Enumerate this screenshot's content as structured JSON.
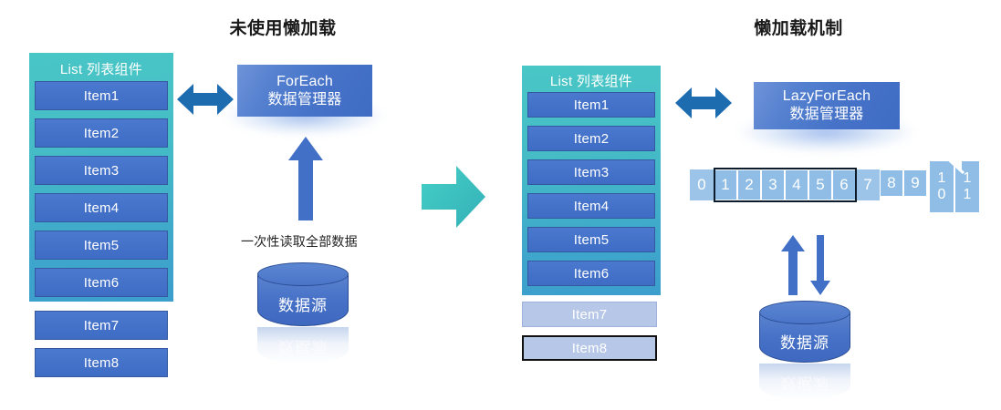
{
  "panels": {
    "left": {
      "title": "未使用懒加载",
      "list": {
        "header": "List 列表组件",
        "items": [
          {
            "label": "Item1",
            "state": "loaded"
          },
          {
            "label": "Item2",
            "state": "loaded"
          },
          {
            "label": "Item3",
            "state": "loaded"
          },
          {
            "label": "Item4",
            "state": "loaded"
          },
          {
            "label": "Item5",
            "state": "loaded"
          },
          {
            "label": "Item6",
            "state": "loaded"
          },
          {
            "label": "Item7",
            "state": "loaded"
          },
          {
            "label": "Item8",
            "state": "loaded"
          }
        ]
      },
      "manager": {
        "line1": "ForEach",
        "line2": "数据管理器"
      },
      "caption": "一次性读取全部数据",
      "database": {
        "label": "数据源"
      },
      "icons": {
        "link": "double-headed-horizontal-arrow",
        "feed": "up-arrow"
      }
    },
    "right": {
      "title": "懒加载机制",
      "list": {
        "header": "List 列表组件",
        "items": [
          {
            "label": "Item1",
            "state": "loaded"
          },
          {
            "label": "Item2",
            "state": "loaded"
          },
          {
            "label": "Item3",
            "state": "loaded"
          },
          {
            "label": "Item4",
            "state": "loaded"
          },
          {
            "label": "Item5",
            "state": "loaded"
          },
          {
            "label": "Item6",
            "state": "loaded"
          },
          {
            "label": "Item7",
            "state": "pending"
          },
          {
            "label": "Item8",
            "state": "pending-outlined"
          }
        ]
      },
      "manager": {
        "line1": "LazyForEach",
        "line2": "数据管理器"
      },
      "database": {
        "label": "数据源"
      },
      "index_strip": {
        "cells": [
          {
            "text": "0",
            "style": "plain"
          },
          {
            "text": "1",
            "style": "bordered"
          },
          {
            "text": "2",
            "style": "bordered"
          },
          {
            "text": "3",
            "style": "bordered"
          },
          {
            "text": "4",
            "style": "bordered"
          },
          {
            "text": "5",
            "style": "bordered"
          },
          {
            "text": "6",
            "style": "bordered"
          },
          {
            "text": "7",
            "style": "plain"
          },
          {
            "text": "8",
            "style": "bordered"
          },
          {
            "text": "9",
            "style": "bordered"
          },
          {
            "text": "10",
            "style": "tall"
          },
          {
            "text": "11",
            "style": "tall"
          }
        ],
        "visible_window": {
          "from": "1",
          "to": "6"
        }
      },
      "icons": {
        "link": "double-headed-horizontal-arrow",
        "request": "up-arrow",
        "response": "down-arrow"
      }
    }
  },
  "transition": {
    "icon": "right-block-arrow"
  },
  "colors": {
    "title_text": "#1a1a1a",
    "list_gradient_top": "#49c6c6",
    "list_gradient_bottom": "#3c9ecd",
    "item_blue": "#4270c7",
    "item_pending": "#b7c7e8",
    "manager_blue": "#4673c8",
    "arrow_blue": "#1d6cb0",
    "transition_teal": "#3fc0c0",
    "cell_blue": "#8fbde5",
    "cell_plain": "#9cc3e8",
    "window_outline": "#0d1b2a",
    "background": "#ffffff"
  }
}
